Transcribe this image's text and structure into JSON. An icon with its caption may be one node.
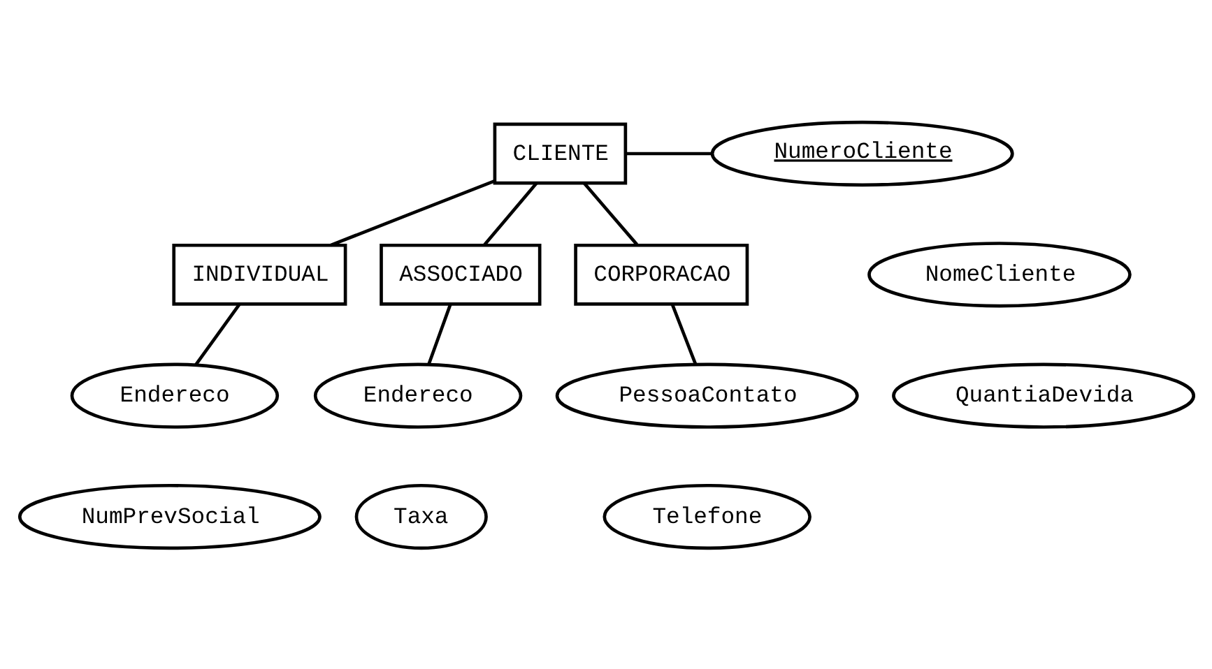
{
  "diagram": {
    "nodes": [
      {
        "text": [
          "CLIENTE"
        ]
      },
      {
        "text": [
          "NumeroCliente"
        ]
      },
      {
        "text": [
          "NomeCliente"
        ]
      },
      {
        "text": [
          "QuantiaDevida"
        ]
      },
      {
        "text": [
          "INDIVIDUAL"
        ]
      },
      {
        "text": [
          "ASSOCIADO"
        ]
      },
      {
        "text": [
          "CORPORACAO"
        ]
      },
      {
        "text": [
          "Endereco"
        ]
      },
      {
        "text": [
          "NumPrevSocial"
        ]
      },
      {
        "text": [
          "Endereco"
        ]
      },
      {
        "text": [
          "Taxa"
        ]
      },
      {
        "text": [
          "PessoaContato"
        ]
      },
      {
        "text": [
          "Telefone"
        ]
      }
    ],
    "edges": [
      {
        "from": 0,
        "to": 1,
        "arrow": "none"
      },
      {
        "from": 0,
        "to": 4,
        "arrow": "none"
      },
      {
        "from": 0,
        "to": 5,
        "arrow": "none"
      },
      {
        "from": 0,
        "to": 6,
        "arrow": "none"
      },
      {
        "from": 4,
        "to": 7,
        "arrow": "none"
      },
      {
        "from": 5,
        "to": 9,
        "arrow": "none"
      },
      {
        "from": 6,
        "to": 11,
        "arrow": "none"
      }
    ]
  }
}
